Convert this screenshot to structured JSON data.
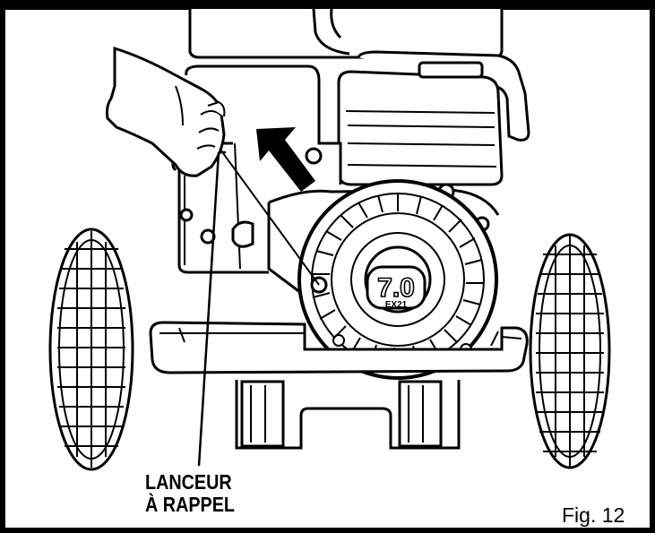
{
  "figure": {
    "callout_line1": "LANCEUR",
    "callout_line2": "À RAPPEL",
    "engine_badge_main": "7.0",
    "engine_badge_sub": "EX21",
    "caption": "Fig. 12"
  },
  "colors": {
    "ink": "#000000",
    "paper": "#ffffff",
    "shade": "#2a2a2a"
  },
  "icons": {
    "arrow": "pull-direction-arrow",
    "hand": "hand-pulling-cord"
  }
}
